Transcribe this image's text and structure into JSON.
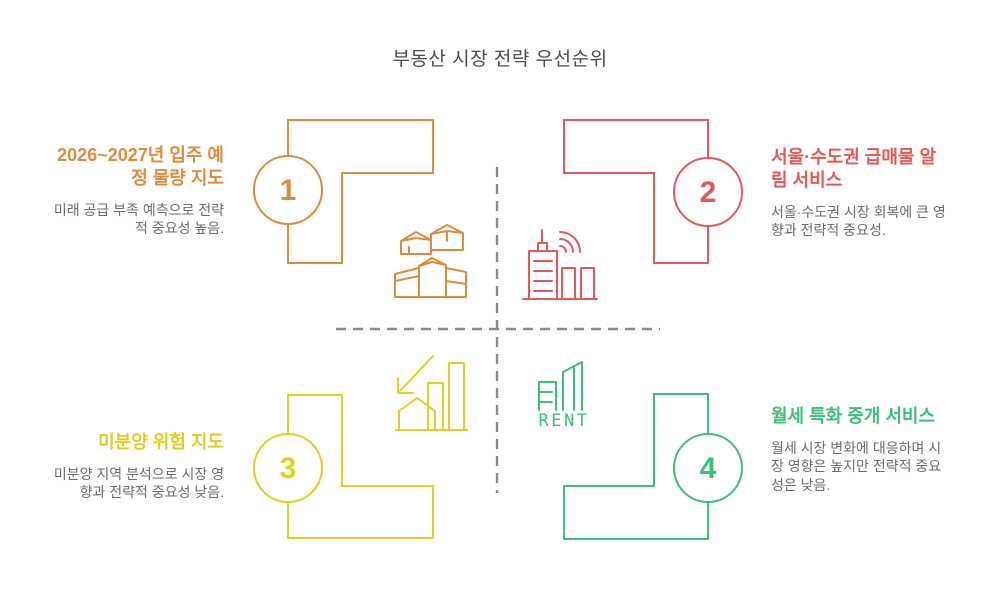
{
  "title": "부동산 시장 전략 우선순위",
  "quadrants": [
    {
      "number": "1",
      "title": "2026~2027년 입주 예정 물량 지도",
      "description": "미래 공급 부족 예측으로 전략적 중요성 높음.",
      "color": "#DD8B3E",
      "icon": "housing-complex-map-icon"
    },
    {
      "number": "2",
      "title": "서울·수도권 급매물 알림 서비스",
      "description": "서울·수도권 시장 회복에 큰 영향과 전략적 중요성.",
      "color": "#E4575A",
      "icon": "city-signal-icon"
    },
    {
      "number": "3",
      "title": "미분양 위험 지도",
      "description": "미분양 지역 분석으로 시장 영향과 전략적 중요성 낮음.",
      "color": "#E2CE20",
      "icon": "declining-housing-chart-icon"
    },
    {
      "number": "4",
      "title": "월세 특화 중개 서비스",
      "description": "월세 시장 변화에 대응하며 시장 영향은 높지만 전략적 중요성은 낮음.",
      "color": "#3DBE7D",
      "icon": "rent-buildings-icon",
      "icon_label": "RENT"
    }
  ],
  "divider_color": "#8A8A8A",
  "text_colors": {
    "title_gray": "#4B4B4B",
    "description_gray": "#6B6B6B"
  }
}
